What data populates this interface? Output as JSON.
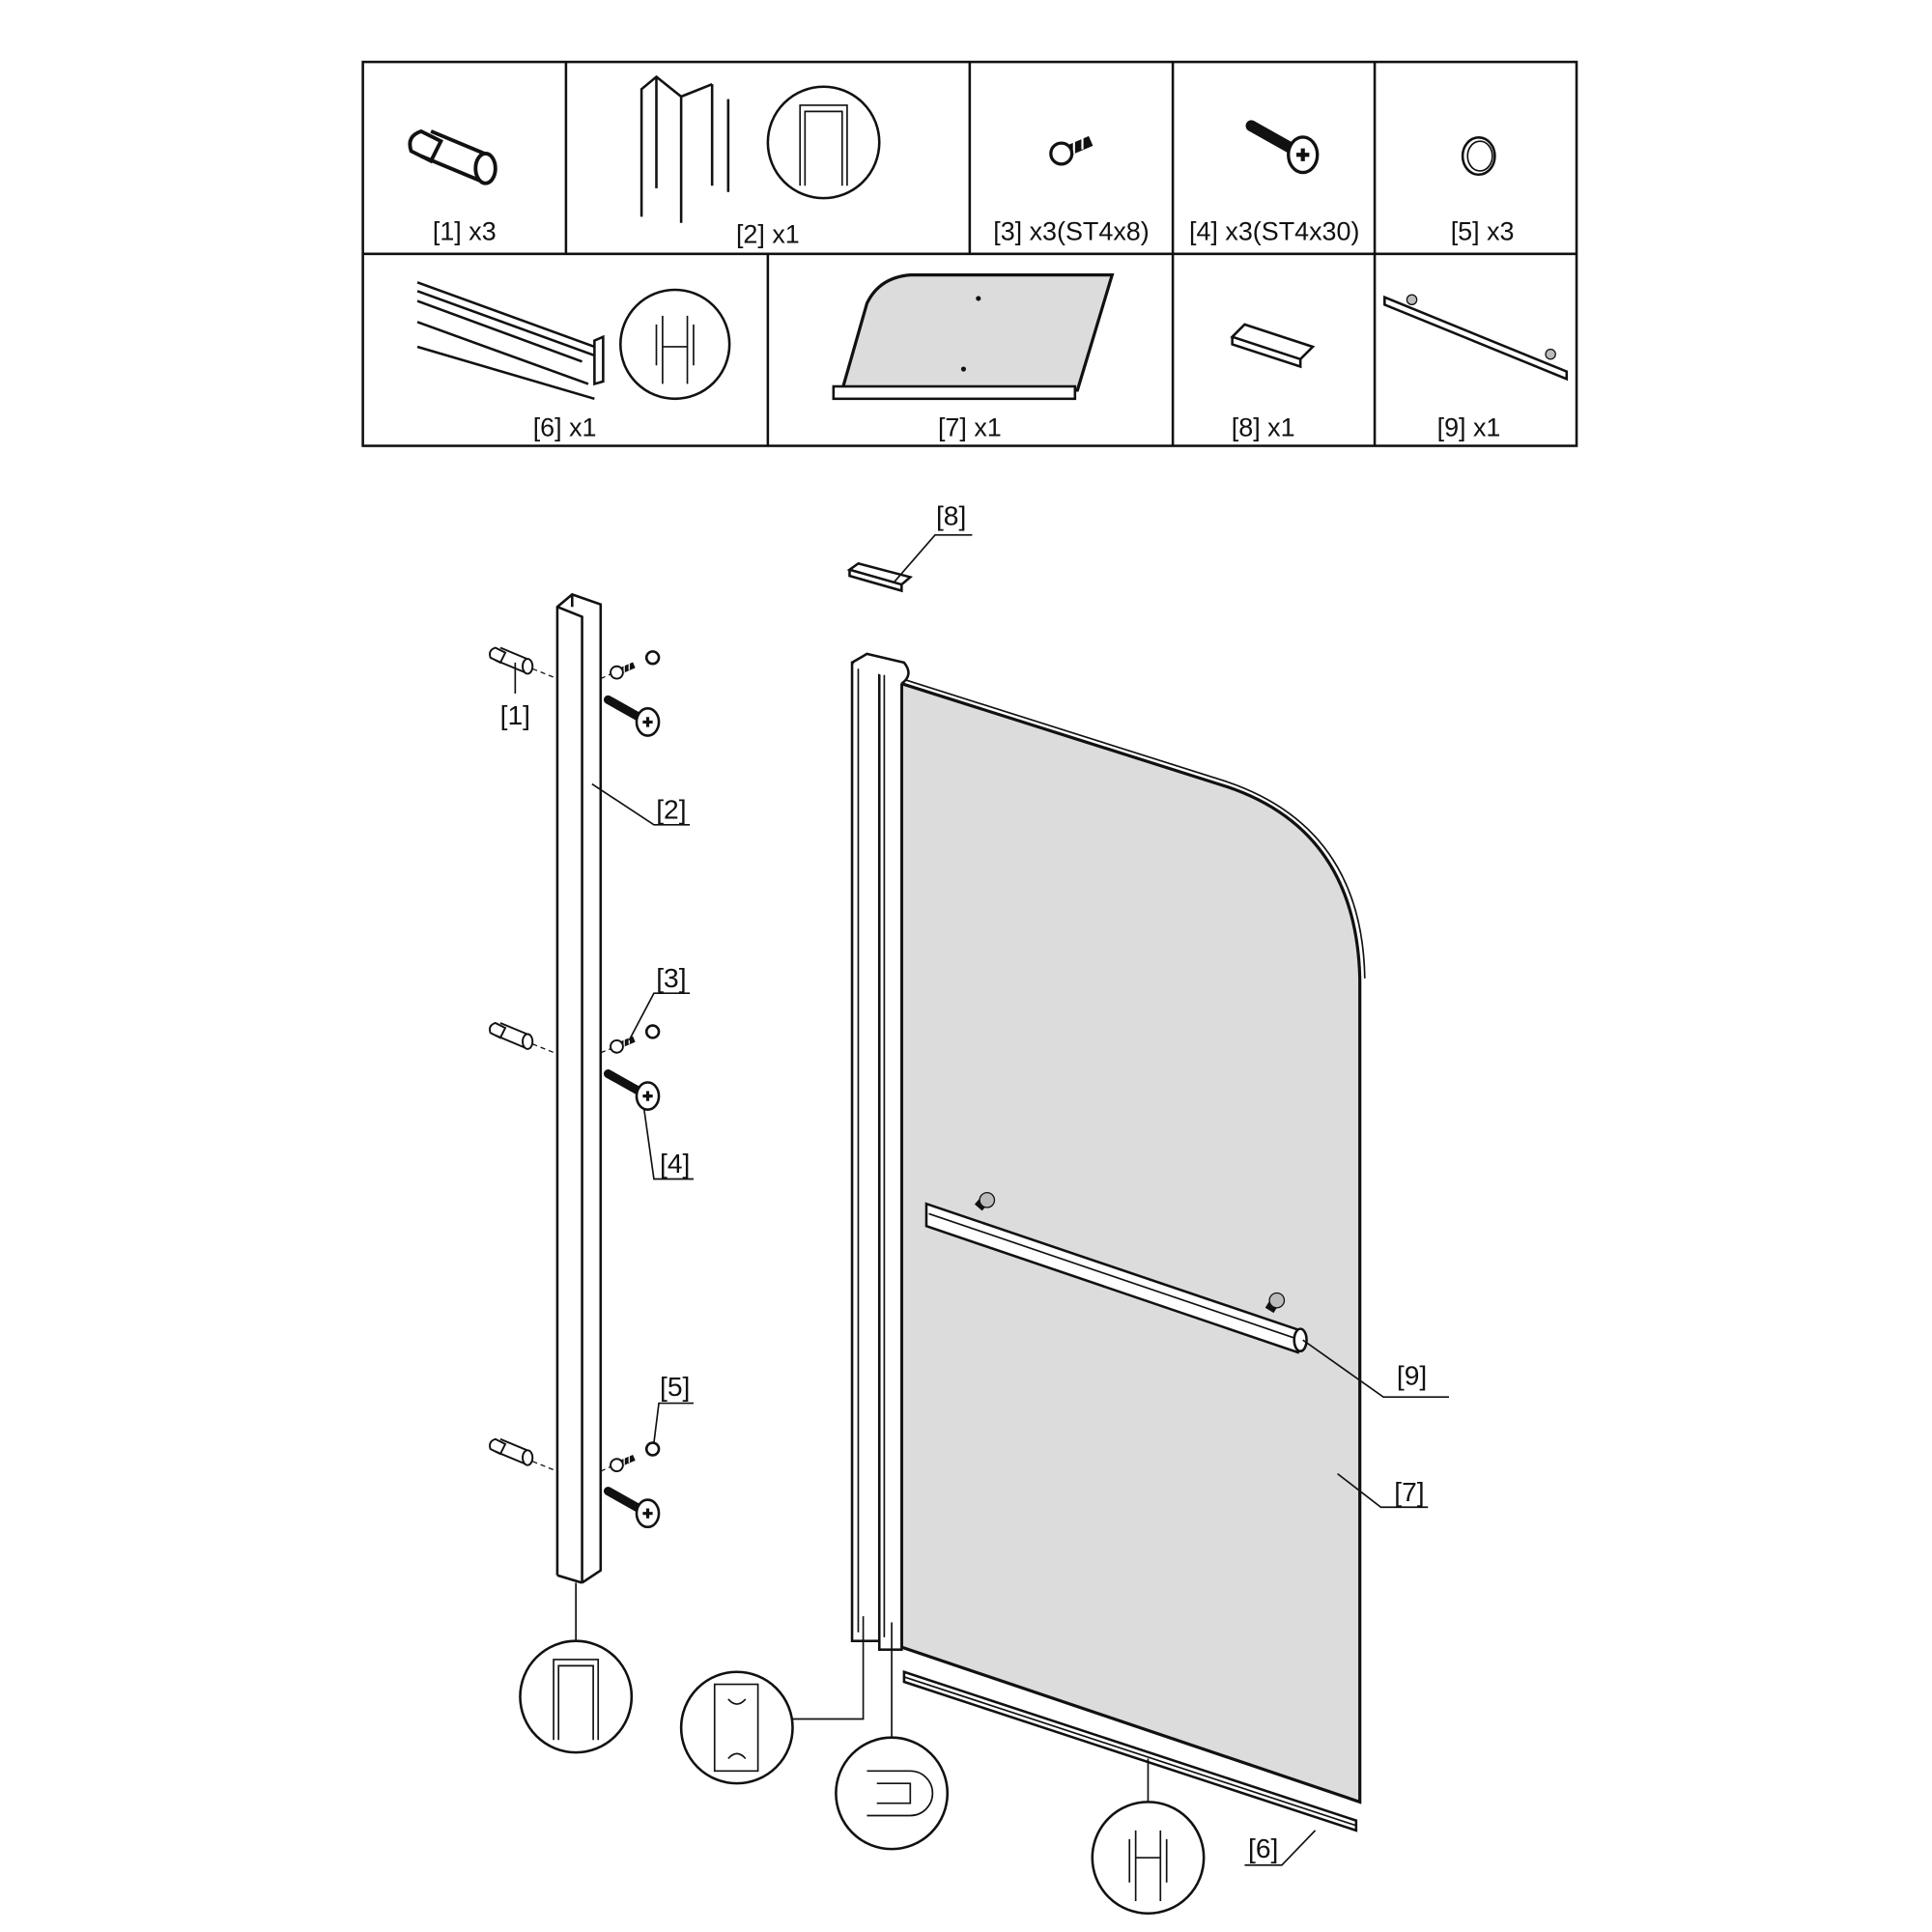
{
  "parts_table": {
    "row1": [
      {
        "label": "[1] x3",
        "icon": "wall-plug-icon"
      },
      {
        "label": "[2] x1",
        "icon": "wall-profile-icon"
      },
      {
        "label": "[3] x3(ST4x8)",
        "icon": "short-screw-icon"
      },
      {
        "label": "[4] x3(ST4x30)",
        "icon": "long-screw-icon"
      },
      {
        "label": "[5] x3",
        "icon": "screw-cap-icon"
      }
    ],
    "row2": [
      {
        "label": "[6] x1",
        "icon": "bottom-seal-icon"
      },
      {
        "label": "[7] x1",
        "icon": "glass-panel-icon"
      },
      {
        "label": "[8] x1",
        "icon": "top-cap-icon"
      },
      {
        "label": "[9] x1",
        "icon": "towel-bar-icon"
      }
    ]
  },
  "callouts": {
    "c1": "[1]",
    "c2": "[2]",
    "c3": "[3]",
    "c4": "[4]",
    "c5": "[5]",
    "c6": "[6]",
    "c7": "[7]",
    "c8": "[8]",
    "c9": "[9]"
  },
  "colors": {
    "line": "#111111",
    "glass": "#dcdcdc"
  }
}
